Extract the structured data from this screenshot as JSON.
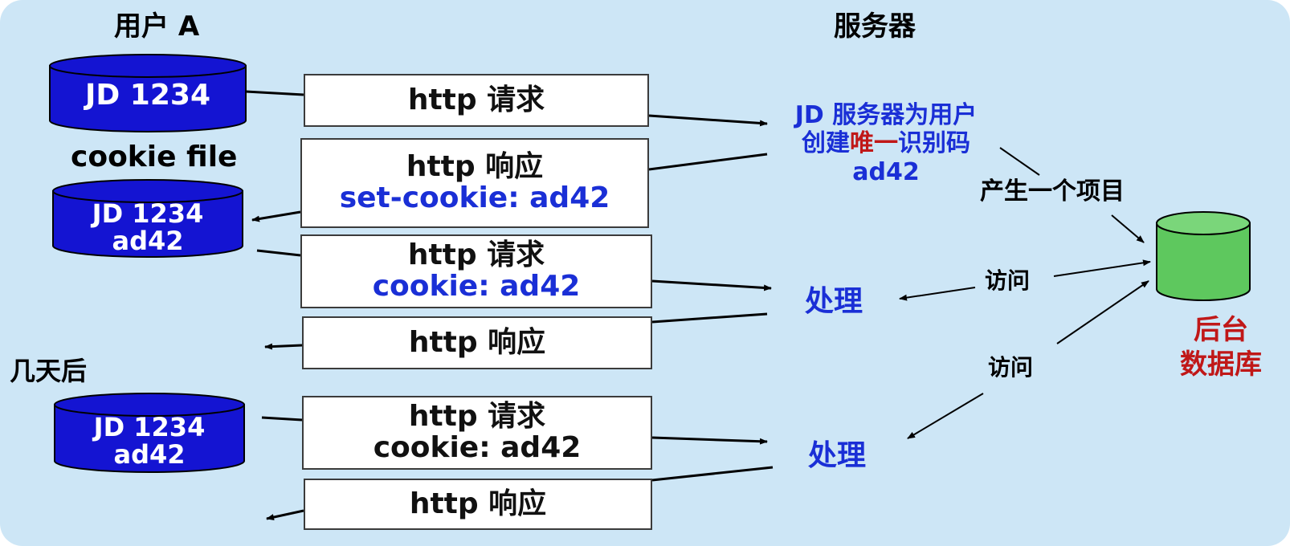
{
  "headers": {
    "user": "用户 A",
    "server": "服务器"
  },
  "cookie_file_label": "cookie file",
  "days_later_label": "几天后",
  "cylinders": {
    "c1": {
      "line1": "JD 1234"
    },
    "c2": {
      "line1": "JD 1234",
      "line2": "ad42"
    },
    "c3": {
      "line1": "JD 1234",
      "line2": "ad42"
    }
  },
  "messages": {
    "req1": {
      "line1": "http 请求"
    },
    "resp1": {
      "line1": "http 响应",
      "line2": "set-cookie: ad42"
    },
    "req2": {
      "line1": "http 请求",
      "line2": "cookie: ad42"
    },
    "resp2": {
      "line1": "http 响应"
    },
    "req3": {
      "line1": "http 请求",
      "line2": "cookie: ad42"
    },
    "resp3": {
      "line1": "http 响应"
    }
  },
  "server_note": {
    "line1": "JD 服务器为用户",
    "line2_a": "创建",
    "line2_b": "唯一",
    "line2_c": "识别码",
    "line3": "ad42"
  },
  "process1": "处理",
  "process2": "处理",
  "create_entry_label": "产生一个项目",
  "access1": "访问",
  "access2": "访问",
  "database": {
    "line1": "后台",
    "line2": "数据库"
  },
  "colors": {
    "background": "#cde6f6",
    "cylinder_blue": "#1414d2",
    "database_green": "#5ec85e",
    "text_blue": "#1a2fd6",
    "text_red": "#c01818"
  }
}
